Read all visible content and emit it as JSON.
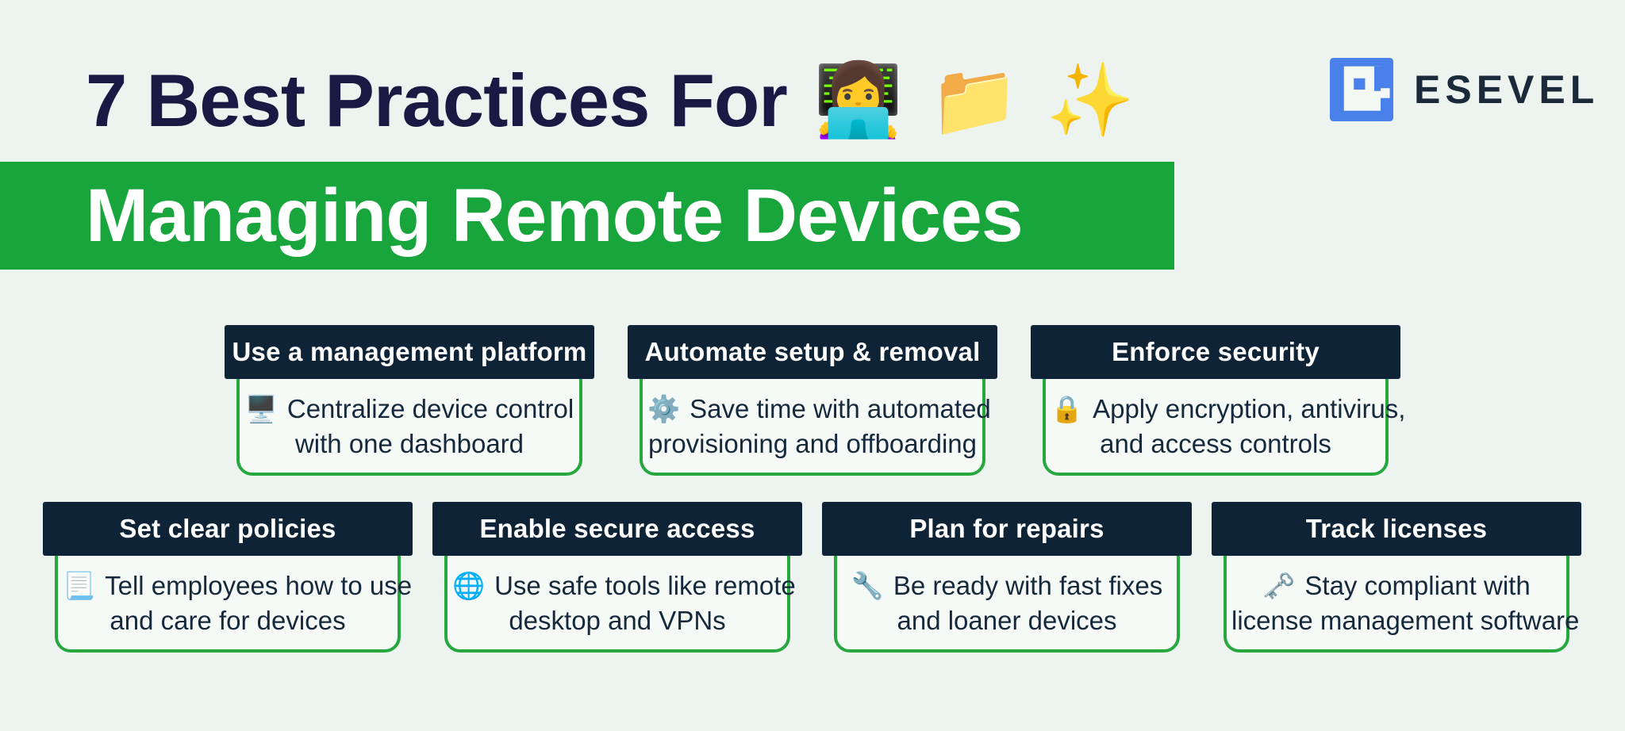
{
  "header": {
    "title": "7 Best Practices For",
    "emoji_person": "👩‍💻",
    "emoji_folder": "📁",
    "emoji_sparkles": "✨",
    "subtitle": "Managing Remote Devices"
  },
  "logo": {
    "text": "ESEVEL"
  },
  "colors": {
    "background": "#edf3ef",
    "banner_green": "#18a53c",
    "card_border_green": "#27a83e",
    "card_header_navy": "#0e2336",
    "title_navy": "#191a44",
    "body_text_navy": "#16293c",
    "logo_blue": "#4a80e9",
    "banner_text": "#ffffff"
  },
  "cards": [
    {
      "title": "Use a management platform",
      "icon": "🖥️",
      "icon_name": "desktop-computer-icon",
      "line1": "Centralize device control",
      "line2": "with one dashboard"
    },
    {
      "title": "Automate setup & removal",
      "icon": "⚙️",
      "icon_name": "gear-icon",
      "line1": "Save time with automated",
      "line2": "provisioning and offboarding"
    },
    {
      "title": "Enforce security",
      "icon": "🔒",
      "icon_name": "lock-icon",
      "line1": "Apply encryption, antivirus,",
      "line2": "and access controls"
    },
    {
      "title": "Set clear policies",
      "icon": "📃",
      "icon_name": "page-with-lines-icon",
      "line1": "Tell employees how to use",
      "line2": "and care for devices"
    },
    {
      "title": "Enable secure access",
      "icon": "🌐",
      "icon_name": "globe-icon",
      "line1": "Use safe tools like remote",
      "line2": "desktop and VPNs"
    },
    {
      "title": "Plan for repairs",
      "icon": "🔧",
      "icon_name": "wrench-icon",
      "line1": "Be ready with fast fixes",
      "line2": "and loaner devices"
    },
    {
      "title": "Track licenses",
      "icon": "🗝️",
      "icon_name": "old-key-icon",
      "line1": "Stay compliant with",
      "line2": "license management software"
    }
  ]
}
